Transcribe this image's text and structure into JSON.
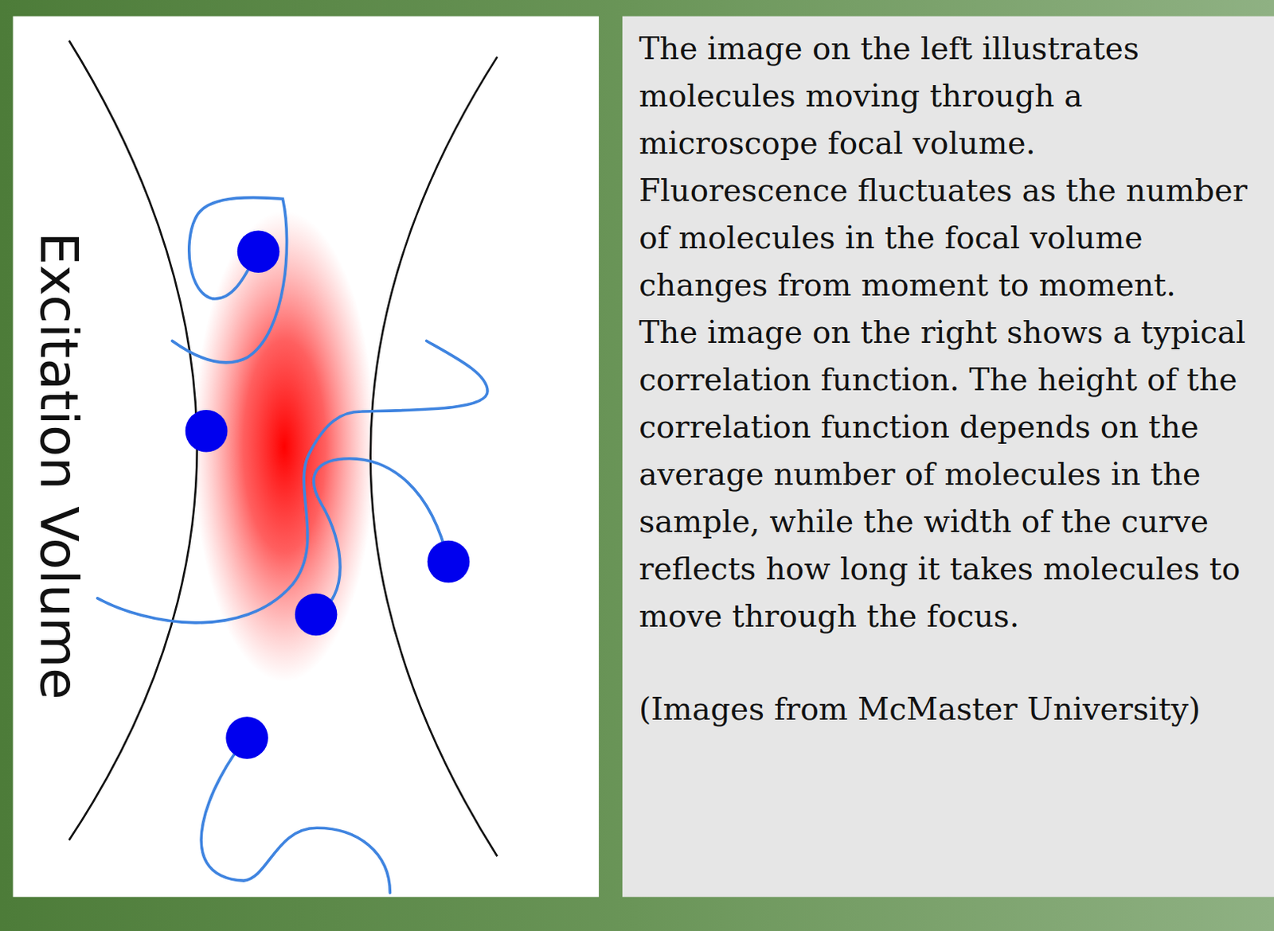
{
  "diagram": {
    "nodes": [
      {
        "text": [
          "Excitation Volume"
        ]
      },
      {
        "text": [
          "The image on the left illustrates molecules moving through a microscope focal volume.",
          "Fluorescence fluctuates as the number of molecules in the focal volume changes from moment to moment.",
          "The image on the right shows a typical correlation function. The height of the correlation function depends on the average number of molecules in the sample, while the width of the curve reflects how long it takes molecules to move through the focus.",
          "(Images from McMaster University)"
        ]
      }
    ]
  }
}
